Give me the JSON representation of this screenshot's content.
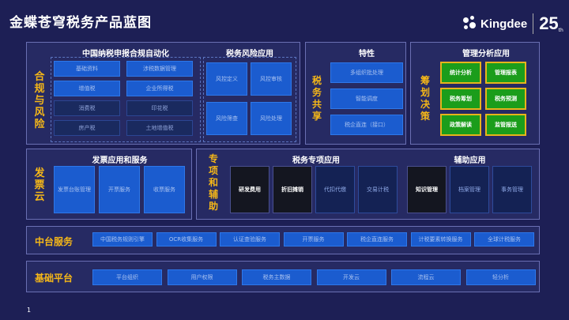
{
  "title": "金蝶苍穹税务产品蓝图",
  "logo": {
    "brand": "Kingdee",
    "anniversary": "25",
    "suffix": "th"
  },
  "compliance": {
    "label": "合规与风险",
    "s1_title": "中国纳税申报合规自动化",
    "s1_cells": [
      "基础资料",
      "涉税数据管理",
      "增值税",
      "企业所得税",
      "消费税",
      "印花税",
      "房产税",
      "土地增值税"
    ],
    "s2_title": "税务风险应用",
    "s2_cells": [
      "风控定义",
      "风控审核",
      "风险筛查",
      "风险处理"
    ]
  },
  "sharing": {
    "label": "税务共享",
    "title": "特性",
    "cells": [
      "多组织批处理",
      "智能调度",
      "税企直连（接口）"
    ]
  },
  "planning": {
    "label": "筹划决策",
    "title": "管理分析应用",
    "cells": [
      "统计分析",
      "管理报表",
      "税务筹划",
      "税务预测",
      "政策解读",
      "监管报送"
    ]
  },
  "invoice": {
    "label": "发票云",
    "title": "发票应用和服务",
    "cells": [
      "发票台账管理",
      "开票服务",
      "收票服务"
    ]
  },
  "special": {
    "label": "专项和辅助",
    "s1_title": "税务专项应用",
    "s1_cells": [
      "研发费用",
      "折旧摊销",
      "代扣代缴",
      "交易计税"
    ],
    "s2_title": "辅助应用",
    "s2_cells": [
      "知识管理",
      "档案管理",
      "事务管理"
    ]
  },
  "middle": {
    "label": "中台服务",
    "cells": [
      "中国税务规则引擎",
      "OCR收集服务",
      "认证查验服务",
      "开票服务",
      "税企直连服务",
      "计税要素转换服务",
      "全球计税服务"
    ]
  },
  "base": {
    "label": "基础平台",
    "cells": [
      "平台组织",
      "用户权限",
      "税务主数据",
      "开发云",
      "流程云",
      "轻分析"
    ]
  },
  "page_number": "1"
}
